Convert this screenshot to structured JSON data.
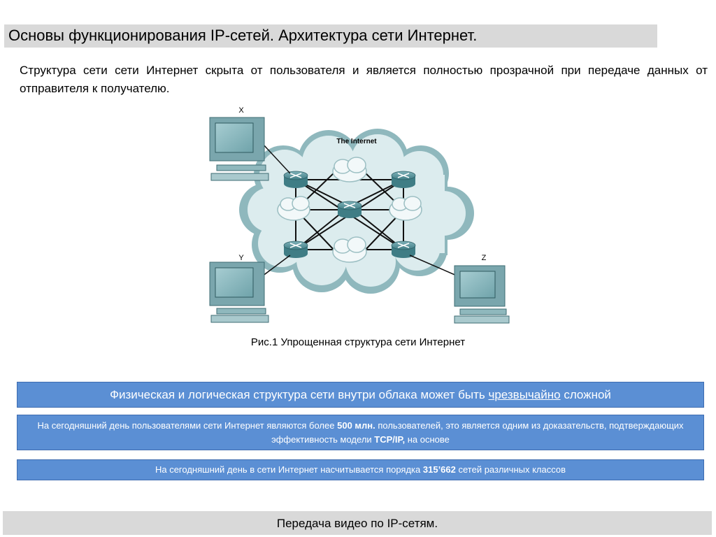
{
  "slide": {
    "title": "Основы функционирования IP-сетей. Архитектура сети Интернет.",
    "intro": "Структура сети сети Интернет скрыта от пользователя и является полностью прозрачной при передаче данных от отправителя к получателю."
  },
  "figure": {
    "cloud_label": "The Internet",
    "host_x": "X",
    "host_y": "Y",
    "host_z": "Z",
    "caption": "Рис.1 Упрощенная структура сети Интернет"
  },
  "panels": {
    "p1_text_before": "Физическая и логическая структура сети внутри облака может быть ",
    "p1_underlined": "чрезвычайно",
    "p1_text_after": " сложной",
    "p2_part1": "На сегодняшний день пользователями сети Интернет являются более ",
    "p2_bold1": "500 млн.",
    "p2_part2": " пользователей, это является одним из доказательств, подтверждающих эффективность модели ",
    "p2_bold2": "TCP/IP,",
    "p2_part3": " на основе",
    "p3_part1": "На сегодняшний день в сети Интернет насчитывается порядка ",
    "p3_bold": "315’662",
    "p3_part2": " сетей различных классов"
  },
  "footer": {
    "label": "Передача видео по IP-сетям."
  },
  "colors": {
    "title_bg": "#d9d9d9",
    "panel_bg": "#5b8fd4",
    "cloud_fill": "#cfe3e6",
    "router_fill": "#4f8e96",
    "monitor_screen": "#86b4bb"
  }
}
